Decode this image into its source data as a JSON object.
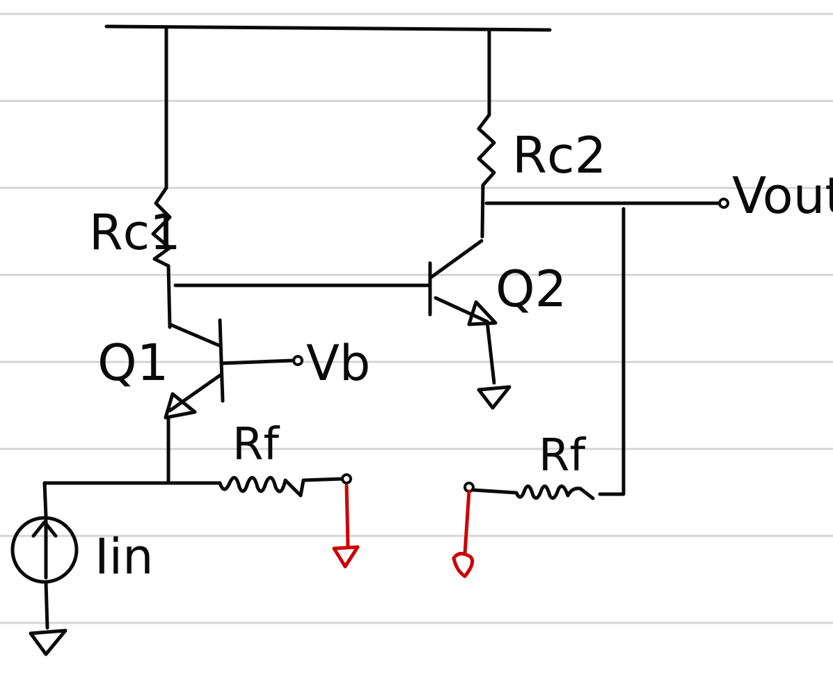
{
  "labels": {
    "rc1": "Rc1",
    "rc2": "Rc2",
    "q1": "Q1",
    "q2": "Q2",
    "vb": "Vb",
    "vout": "Vout",
    "rf_left": "Rf",
    "rf_right": "Rf",
    "iin": "Iin"
  },
  "colors": {
    "ink": "#0a0a0a",
    "accent": "#cc0000",
    "ruled_lines": "#d4d4d4"
  }
}
